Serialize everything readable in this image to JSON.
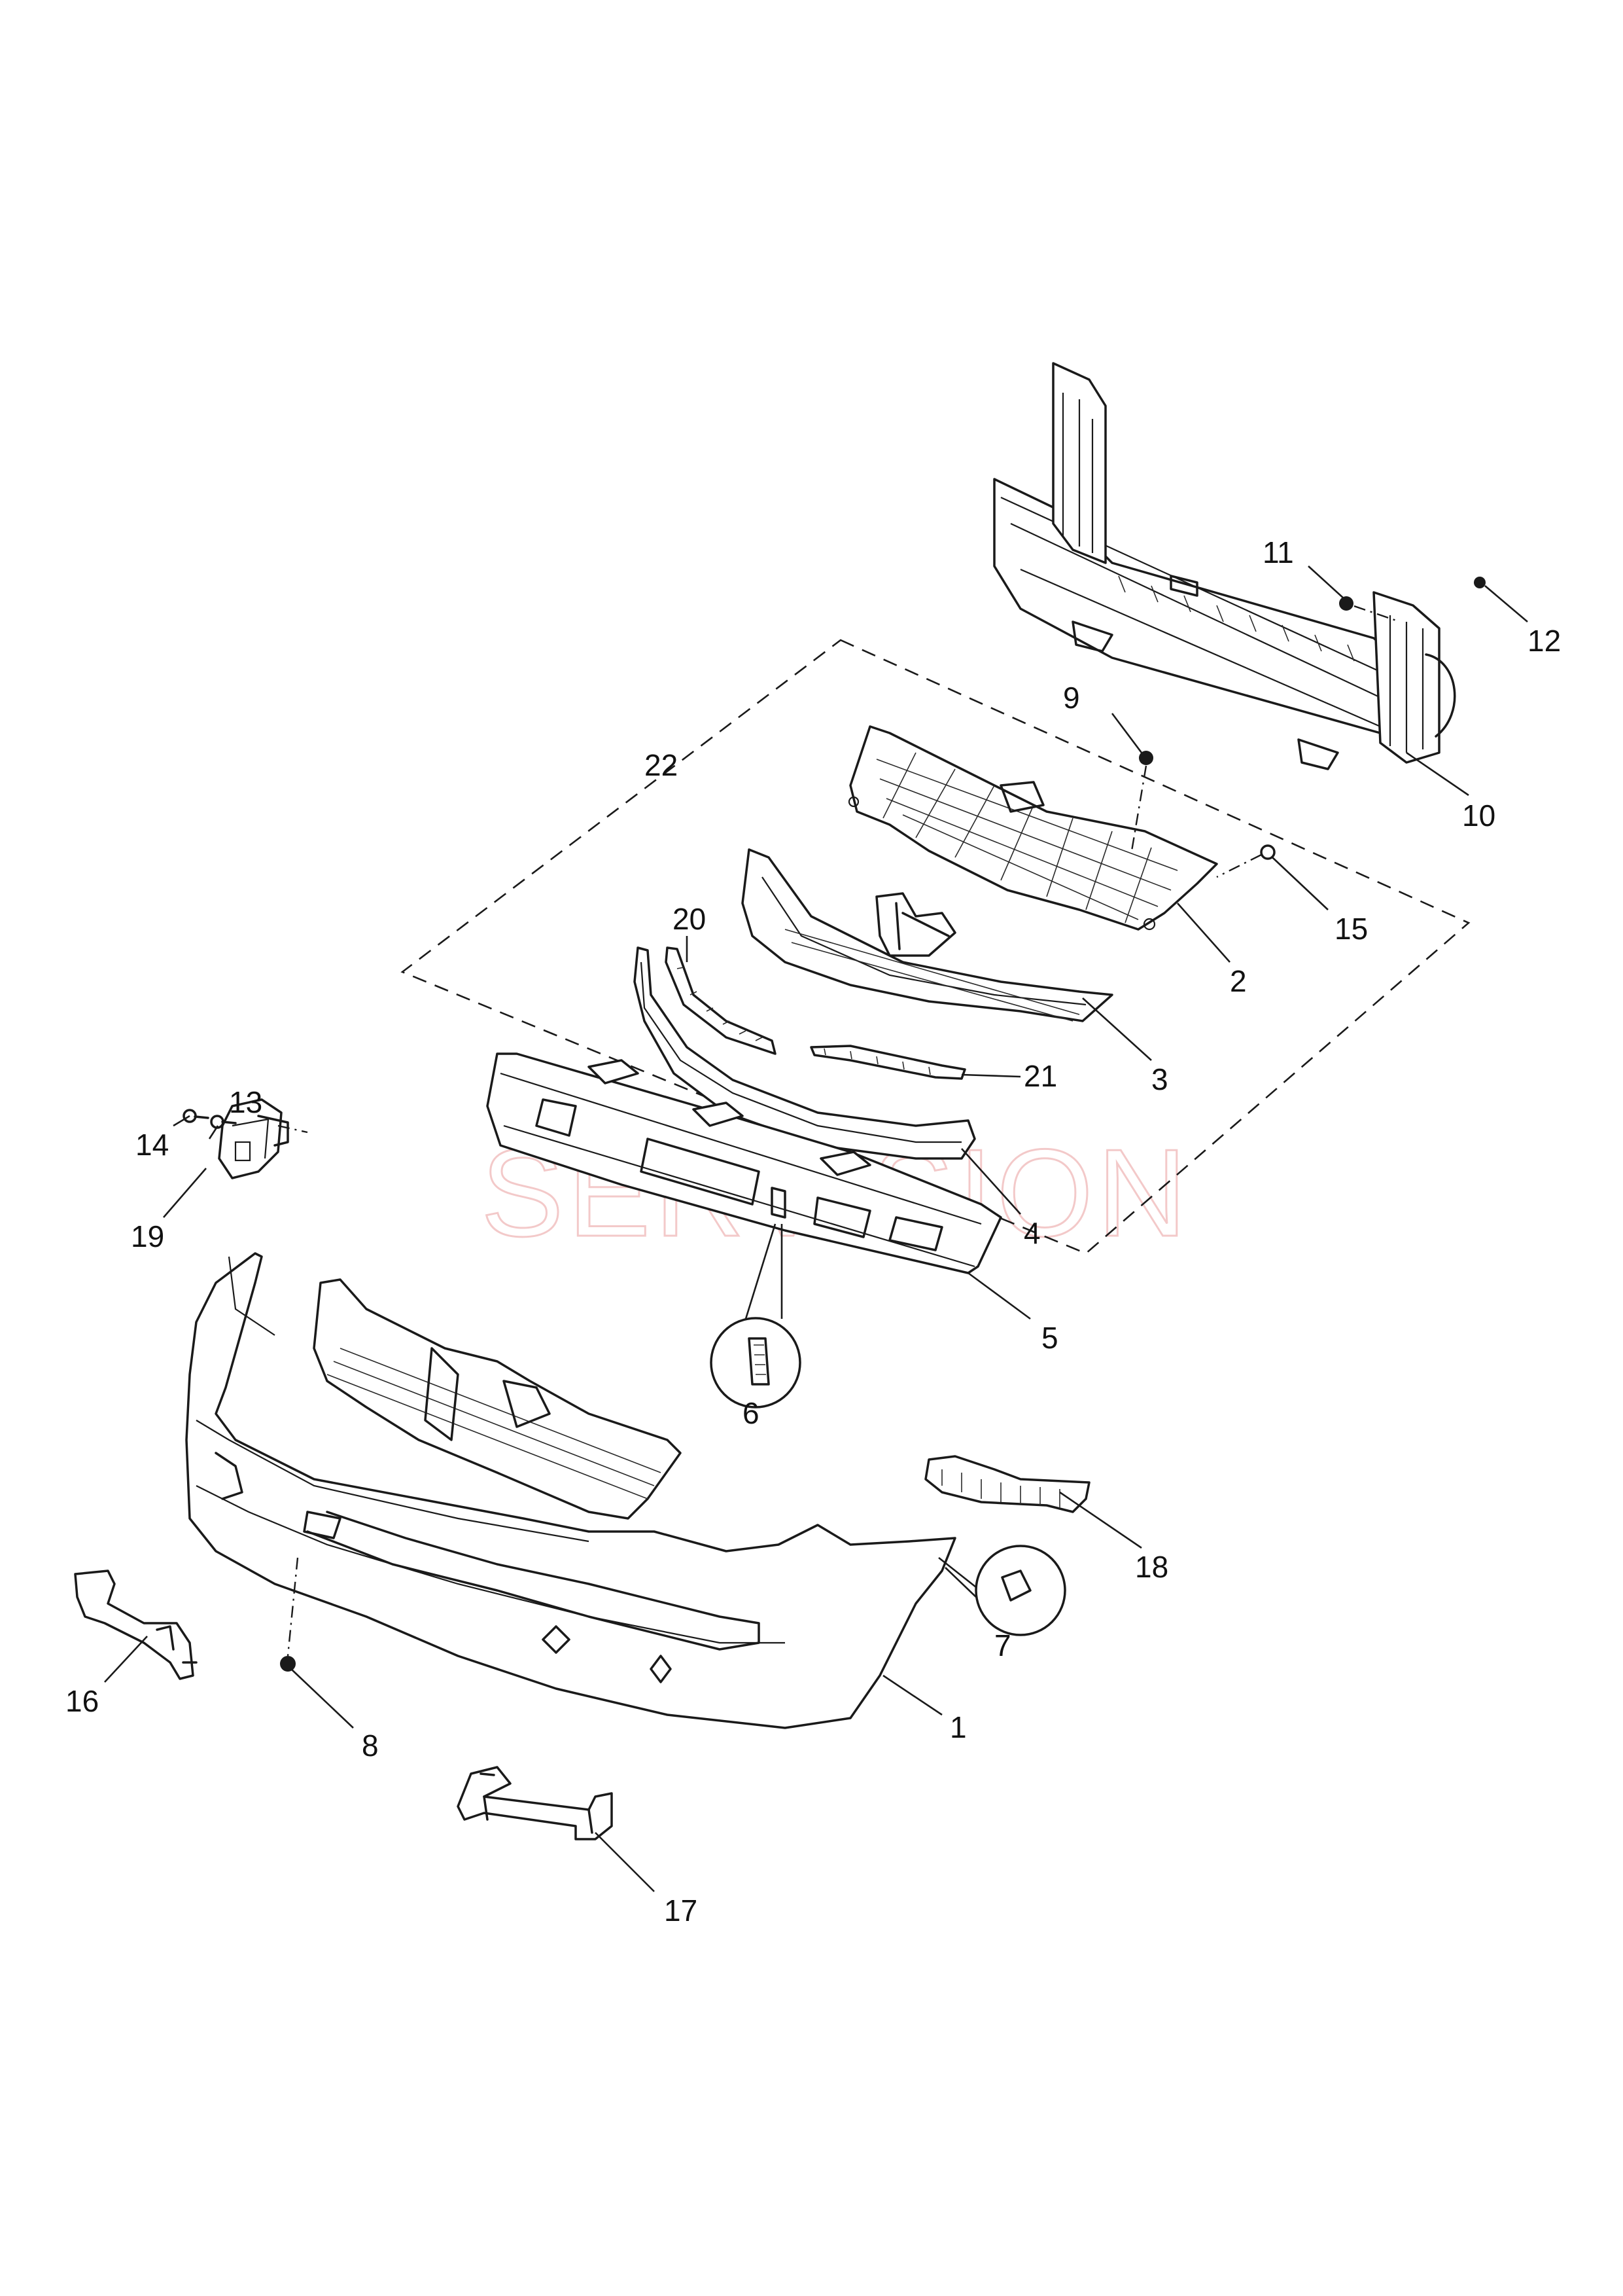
{
  "watermark": "SERVISION",
  "colors": {
    "line": "#1a1a1a",
    "watermark": "#f3c9c9",
    "background": "#ffffff"
  },
  "callouts": {
    "c1": "1",
    "c2": "2",
    "c3": "3",
    "c4": "4",
    "c5": "5",
    "c6": "6",
    "c7": "7",
    "c8": "8",
    "c9": "9",
    "c10": "10",
    "c11": "11",
    "c12": "12",
    "c13": "13",
    "c14": "14",
    "c15": "15",
    "c16": "16",
    "c17": "17",
    "c18": "18",
    "c19": "19",
    "c20": "20",
    "c21": "21",
    "c22": "22"
  }
}
